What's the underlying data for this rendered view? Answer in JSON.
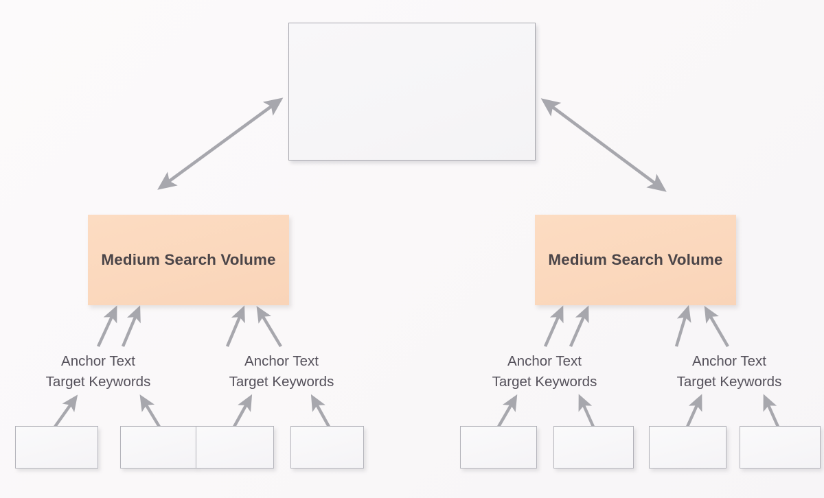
{
  "diagram": {
    "title": "Internal linking / anchor text site structure diagram",
    "background_color": "#fbf9fa",
    "accent_color": "#fbd8bd",
    "arrow_color": "#a7a7ad",
    "text_color": "#4b4548"
  },
  "hub": {
    "label": "",
    "border_color": "#a6a6ad",
    "fill_color": "#f7f6f8"
  },
  "volume_nodes": [
    {
      "label": "Medium Search Volume",
      "fill_color": "#fbd8bd"
    },
    {
      "label": "Medium Search Volume",
      "fill_color": "#fbd8bd"
    }
  ],
  "anchor_labels": [
    {
      "line1": "Anchor Text",
      "line2": "Target Keywords"
    },
    {
      "line1": "Anchor Text",
      "line2": "Target Keywords"
    },
    {
      "line1": "Anchor Text",
      "line2": "Target Keywords"
    },
    {
      "line1": "Anchor Text",
      "line2": "Target Keywords"
    }
  ],
  "leaf_nodes": [
    {
      "label": ""
    },
    {
      "label": ""
    },
    {
      "label": ""
    },
    {
      "label": ""
    },
    {
      "label": ""
    },
    {
      "label": ""
    },
    {
      "label": ""
    },
    {
      "label": ""
    }
  ]
}
